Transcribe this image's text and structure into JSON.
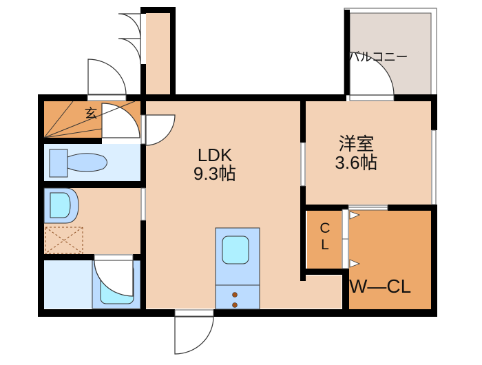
{
  "floor_plan": {
    "rooms": [
      {
        "id": "ldk",
        "name": "LDK",
        "size": "9.3帖"
      },
      {
        "id": "yoshitsu",
        "name": "洋室",
        "size": "3.6帖"
      },
      {
        "id": "balcony",
        "name": "バルコニー"
      },
      {
        "id": "genkan",
        "name": "玄"
      },
      {
        "id": "closet",
        "name_line1": "C",
        "name_line2": "L"
      },
      {
        "id": "walk_in_closet",
        "name": "W—CL"
      },
      {
        "id": "toilet"
      },
      {
        "id": "washroom"
      },
      {
        "id": "bathroom"
      },
      {
        "id": "kitchen"
      }
    ],
    "colors": {
      "wall": "#000000",
      "room_floor": "#f3d2b6",
      "storage_floor": "#eda96b",
      "wet_area": "#dcefff",
      "fixture": "#bcdcff",
      "fixture_water": "#aef0ff",
      "balcony": "#e3d9d2",
      "stove_burner": "#a0521a"
    }
  }
}
